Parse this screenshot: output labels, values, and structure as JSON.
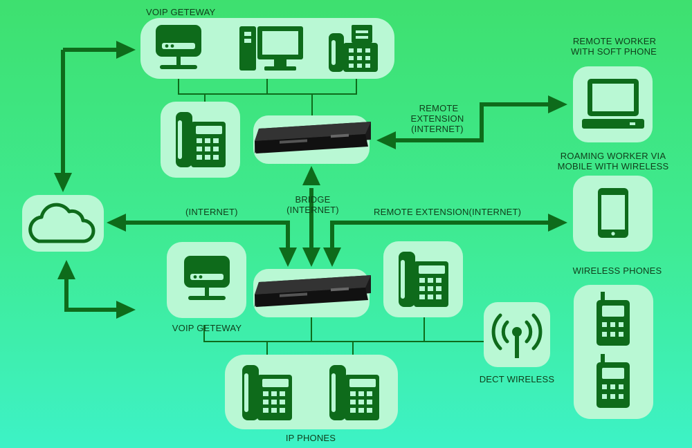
{
  "labels": {
    "voip_gateway_top": "VOIP GETEWAY",
    "remote_worker_line1": "REMOTE WORKER",
    "remote_worker_line2": "WITH SOFT PHONE",
    "remote_extension_line1": "REMOTE",
    "remote_extension_line2": "EXTENSION",
    "remote_extension_line3": "(INTERNET)",
    "roaming_worker_line1": "ROAMING WORKER VIA",
    "roaming_worker_line2": "MOBILE WITH WIRELESS",
    "internet": "(INTERNET)",
    "bridge_line1": "BRIDGE",
    "bridge_line2": "(INTERNET)",
    "remote_extension_internet": "REMOTE EXTENSION(INTERNET)",
    "wireless_phones": "WIRELESS PHONES",
    "voip_gateway_bottom": "VOIP GETEWAY",
    "dect_wireless": "DECT WIRELESS",
    "ip_phones": "IP PHONES"
  },
  "icons": {
    "gateway": "router-icon",
    "computer": "desktop-computer-icon",
    "fax": "fax-phone-icon",
    "desk_phone": "desk-phone-icon",
    "cloud": "cloud-icon",
    "laptop": "laptop-icon",
    "mobile": "smartphone-icon",
    "wireless_phone": "cordless-phone-icon",
    "antenna": "dect-antenna-icon",
    "server": "rack-server-icon"
  },
  "colors": {
    "background_top": "#3ee06f",
    "background_bottom": "#3df2c6",
    "panel": "#b9f8d4",
    "icon": "#0e6b1b",
    "text": "#0f3d1a"
  }
}
